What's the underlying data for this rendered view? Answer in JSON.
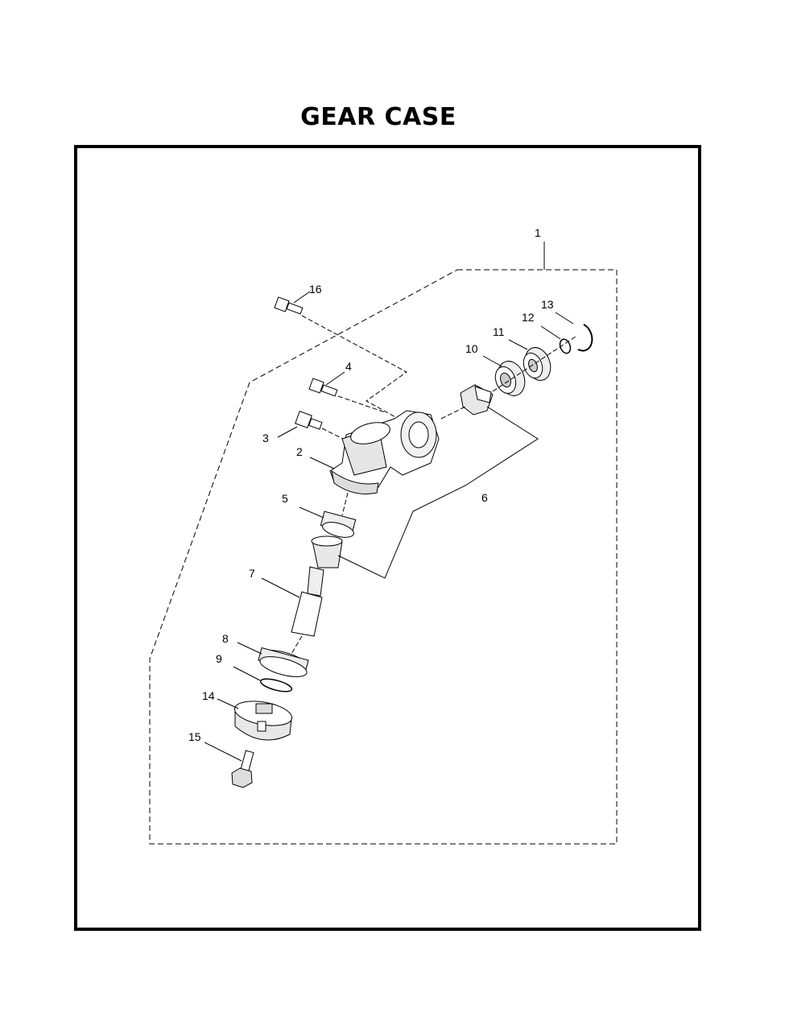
{
  "title": "GEAR CASE",
  "parts": [
    {
      "key": "p1",
      "label": "1",
      "name": "gear-case-assembly"
    },
    {
      "key": "p2",
      "label": "2",
      "name": "gear-case"
    },
    {
      "key": "p3",
      "label": "3",
      "name": "bolt"
    },
    {
      "key": "p4",
      "label": "4",
      "name": "bolt"
    },
    {
      "key": "p5",
      "label": "5",
      "name": "bearing"
    },
    {
      "key": "p6",
      "label": "6",
      "name": "bevel-gear-set"
    },
    {
      "key": "p7",
      "label": "7",
      "name": "shaft"
    },
    {
      "key": "p8",
      "label": "8",
      "name": "bearing"
    },
    {
      "key": "p9",
      "label": "9",
      "name": "snap-ring"
    },
    {
      "key": "p10",
      "label": "10",
      "name": "bearing"
    },
    {
      "key": "p11",
      "label": "11",
      "name": "bearing"
    },
    {
      "key": "p12",
      "label": "12",
      "name": "snap-ring"
    },
    {
      "key": "p13",
      "label": "13",
      "name": "snap-ring"
    },
    {
      "key": "p14",
      "label": "14",
      "name": "holder"
    },
    {
      "key": "p15",
      "label": "15",
      "name": "bolt"
    },
    {
      "key": "p16",
      "label": "16",
      "name": "bolt"
    }
  ],
  "labels": {
    "p1": "1",
    "p2": "2",
    "p3": "3",
    "p4": "4",
    "p5": "5",
    "p6": "6",
    "p7": "7",
    "p8": "8",
    "p9": "9",
    "p10": "10",
    "p11": "11",
    "p12": "12",
    "p13": "13",
    "p14": "14",
    "p15": "15",
    "p16": "16"
  }
}
